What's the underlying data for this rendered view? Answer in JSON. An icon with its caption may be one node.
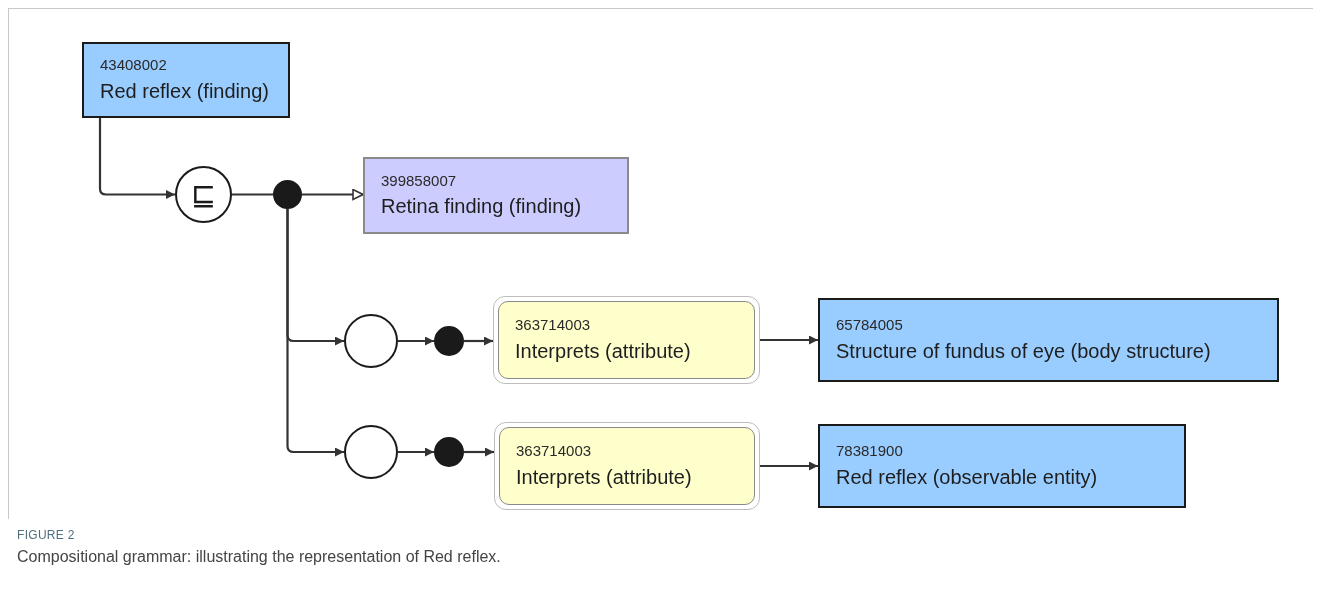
{
  "diagram": {
    "caption": "Compositional grammar: illustrating the representation of Red reflex.",
    "nodes": [
      {
        "text": [
          "43408002",
          "Red reflex (finding)"
        ]
      },
      {
        "text": [
          "⊑"
        ]
      },
      {
        "text": [],
        "shape": "circle"
      },
      {
        "text": [
          "399858007",
          "Retina finding (finding)"
        ]
      },
      {
        "text": [],
        "shape": "circle"
      },
      {
        "text": [],
        "shape": "circle"
      },
      {
        "text": [
          "363714003",
          "Interprets (attribute)"
        ]
      },
      {
        "text": [
          "65784005",
          "Structure of fundus of eye (body structure)"
        ]
      },
      {
        "text": [],
        "shape": "circle"
      },
      {
        "text": [],
        "shape": "circle"
      },
      {
        "text": [
          "363714003",
          "Interprets (attribute)"
        ]
      },
      {
        "text": [
          "78381900",
          "Red reflex (observable entity)"
        ]
      }
    ],
    "edges": [
      {
        "from": 0,
        "to": 1,
        "arrow": "to"
      },
      {
        "from": 1,
        "to": 2,
        "arrow": "none"
      },
      {
        "from": 2,
        "to": 3,
        "arrow": "to"
      },
      {
        "from": 2,
        "to": 4,
        "arrow": "to"
      },
      {
        "from": 2,
        "to": 8,
        "arrow": "to"
      },
      {
        "from": 4,
        "to": 5,
        "arrow": "to"
      },
      {
        "from": 5,
        "to": 6,
        "arrow": "to"
      },
      {
        "from": 6,
        "to": 7,
        "arrow": "to"
      },
      {
        "from": 8,
        "to": 9,
        "arrow": "to"
      },
      {
        "from": 9,
        "to": 10,
        "arrow": "to"
      },
      {
        "from": 10,
        "to": 11,
        "arrow": "to"
      }
    ],
    "labels": [
      "FIGURE 2"
    ]
  }
}
